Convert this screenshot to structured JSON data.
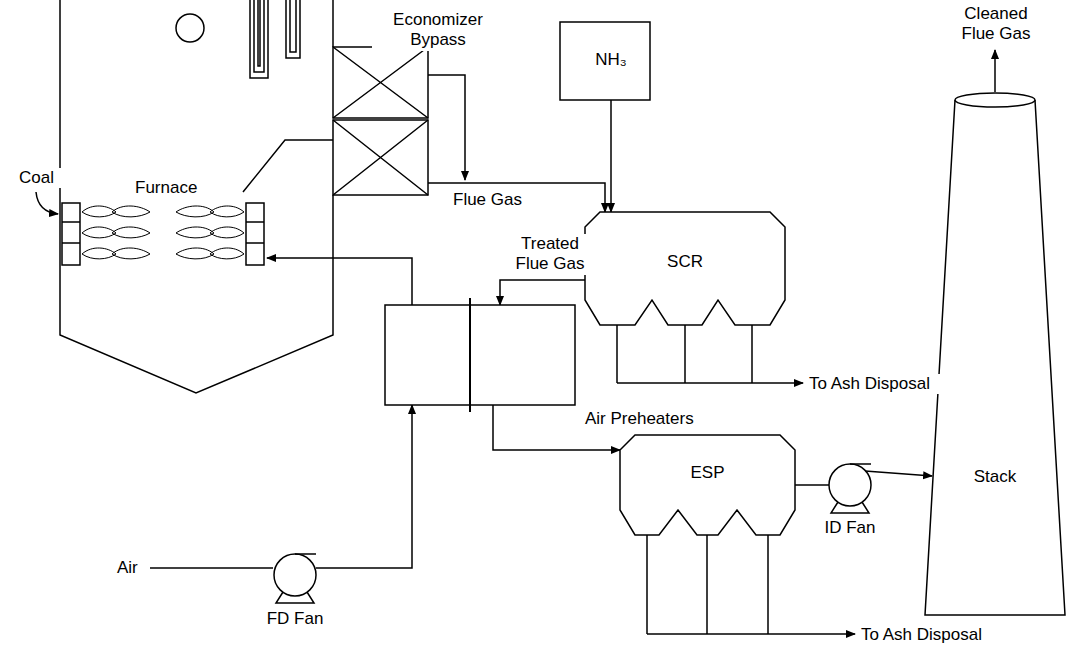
{
  "diagram": {
    "nodes": [
      {
        "text": [
          "Furnace"
        ]
      },
      {
        "text": [
          "NH₃"
        ]
      },
      {
        "text": [
          "SCR"
        ]
      },
      {
        "text": [
          "Air Preheaters"
        ]
      },
      {
        "text": [
          "ESP"
        ]
      },
      {
        "text": [
          "ID Fan"
        ]
      },
      {
        "text": [
          "FD Fan"
        ]
      },
      {
        "text": [
          "Stack"
        ]
      }
    ],
    "edges": [
      {
        "from": 0,
        "to": 2,
        "arrow": "to",
        "label": "Flue Gas"
      },
      {
        "from": 1,
        "to": 2,
        "arrow": "to"
      },
      {
        "from": 2,
        "to": 3,
        "arrow": "to",
        "label": "Treated Flue Gas"
      },
      {
        "from": 3,
        "to": 0,
        "arrow": "to"
      },
      {
        "from": 6,
        "to": 3,
        "arrow": "to"
      },
      {
        "from": 3,
        "to": 4,
        "arrow": "to"
      },
      {
        "from": 4,
        "to": 5,
        "arrow": "none"
      },
      {
        "from": 5,
        "to": 7,
        "arrow": "to"
      }
    ],
    "labels": [
      "Coal",
      "Economizer Bypass",
      "To Ash Disposal",
      "To Ash Disposal",
      "Cleaned Flue Gas",
      "Air"
    ]
  }
}
